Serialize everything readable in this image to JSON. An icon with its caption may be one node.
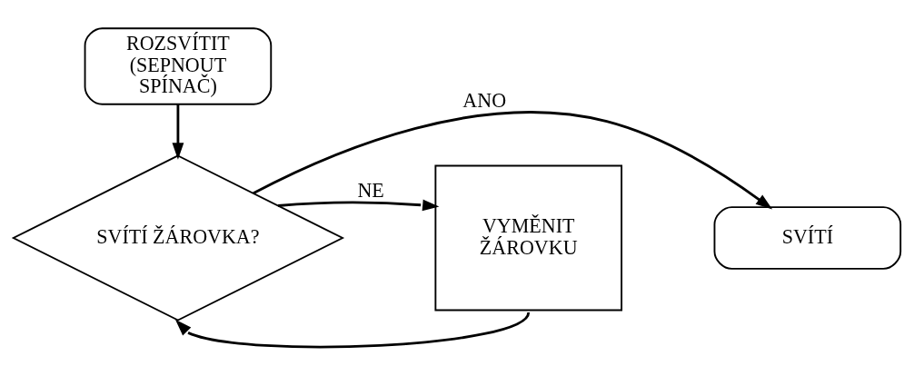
{
  "diagram": {
    "nodes": [
      {
        "text": [
          "ROZSVÍTIT (SEPNOUT SPÍNAČ)"
        ]
      },
      {
        "text": [
          "SVÍTÍ ŽÁROVKA?"
        ]
      },
      {
        "text": [
          "SVÍTÍ"
        ]
      },
      {
        "text": [
          "VYMĚNIT ŽÁROVKU"
        ]
      }
    ],
    "edges": [
      {
        "from": 0,
        "to": 1,
        "arrow": "to"
      },
      {
        "from": 1,
        "to": 2,
        "arrow": "to",
        "label": "ANO"
      },
      {
        "from": 1,
        "to": 3,
        "arrow": "to",
        "label": "NE"
      },
      {
        "from": 3,
        "to": 1,
        "arrow": "to"
      }
    ]
  }
}
